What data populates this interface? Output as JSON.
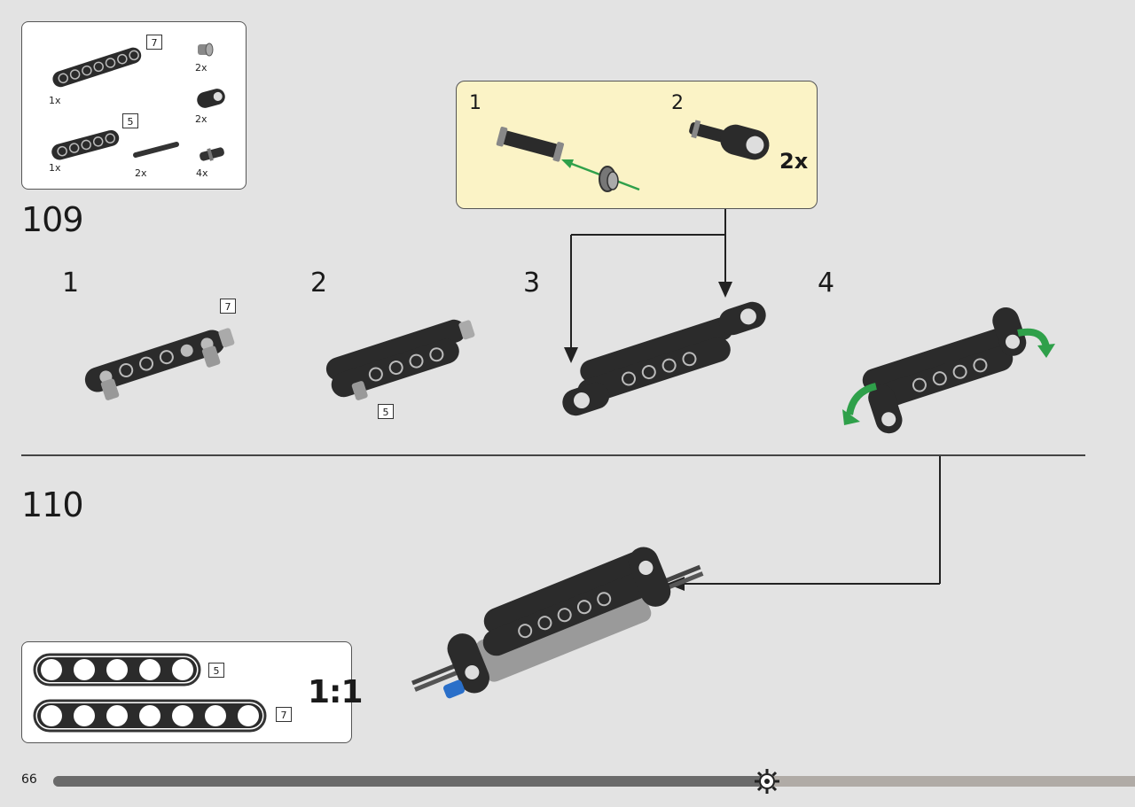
{
  "parts_list": {
    "items": [
      {
        "icon": "beam-7-icon",
        "qty": "1x",
        "length": "7"
      },
      {
        "icon": "beam-5-icon",
        "qty": "1x",
        "length": "5"
      },
      {
        "icon": "bushing-icon",
        "qty": "2x"
      },
      {
        "icon": "connector-icon",
        "qty": "2x"
      },
      {
        "icon": "axle-icon",
        "qty": "2x"
      },
      {
        "icon": "pin-icon",
        "qty": "4x"
      }
    ]
  },
  "step_109": {
    "number": "109",
    "callout": {
      "sub1": "1",
      "sub2": "2",
      "multiplier": "2x"
    },
    "substeps": [
      {
        "number": "1",
        "length_badge": "7"
      },
      {
        "number": "2",
        "length_badge": "5"
      },
      {
        "number": "3"
      },
      {
        "number": "4"
      }
    ]
  },
  "step_110": {
    "number": "110"
  },
  "ruler": {
    "beams": [
      {
        "length": "5"
      },
      {
        "length": "7"
      }
    ],
    "scale": "1:1"
  },
  "footer": {
    "page_number": "66",
    "progress": 0.66
  },
  "colors": {
    "callout_bg": "#fbf3c6",
    "arrow_green": "#2fa04a",
    "beam_black": "#2b2b2b",
    "pin_blue": "#2a6fc9"
  }
}
